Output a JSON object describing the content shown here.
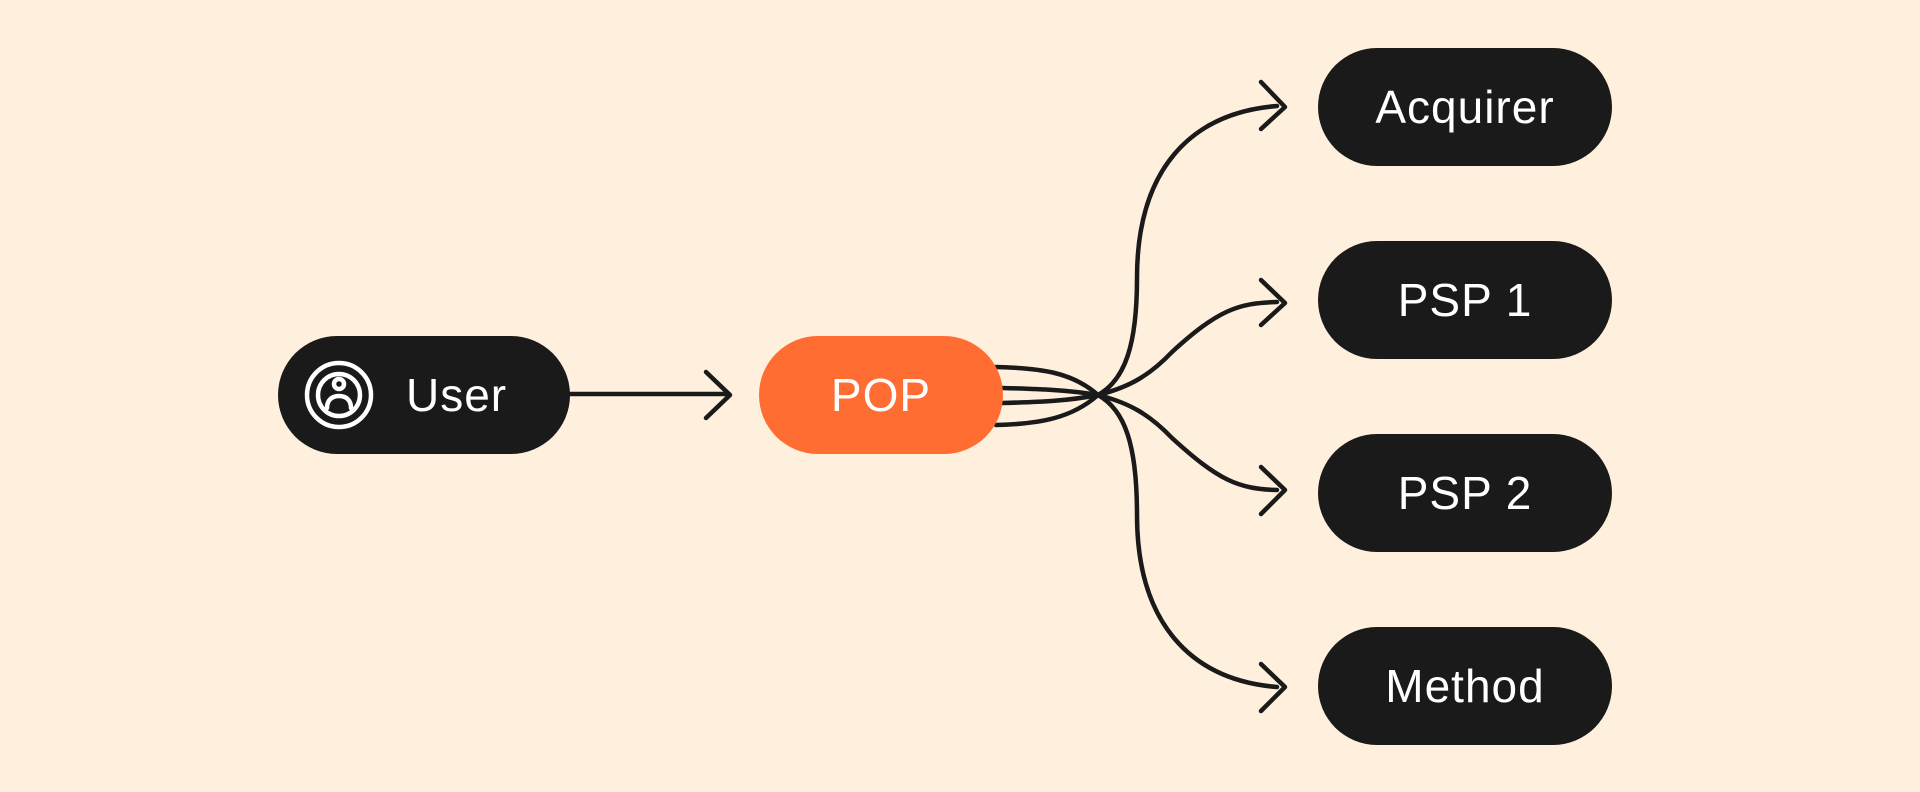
{
  "colors": {
    "background": "#FEF0DC",
    "node": "#1A1A1A",
    "accent": "#FF6D33",
    "text": "#FFFFFF",
    "line": "#1A1A1A"
  },
  "nodes": {
    "user": {
      "label": "User",
      "icon": "user-circle-icon"
    },
    "pop": {
      "label": "POP"
    },
    "acquirer": {
      "label": "Acquirer"
    },
    "psp1": {
      "label": "PSP 1"
    },
    "psp2": {
      "label": "PSP 2"
    },
    "method": {
      "label": "Method"
    }
  },
  "edges": [
    {
      "from": "user",
      "to": "pop"
    },
    {
      "from": "pop",
      "to": "acquirer"
    },
    {
      "from": "pop",
      "to": "psp1"
    },
    {
      "from": "pop",
      "to": "psp2"
    },
    {
      "from": "pop",
      "to": "method"
    }
  ]
}
